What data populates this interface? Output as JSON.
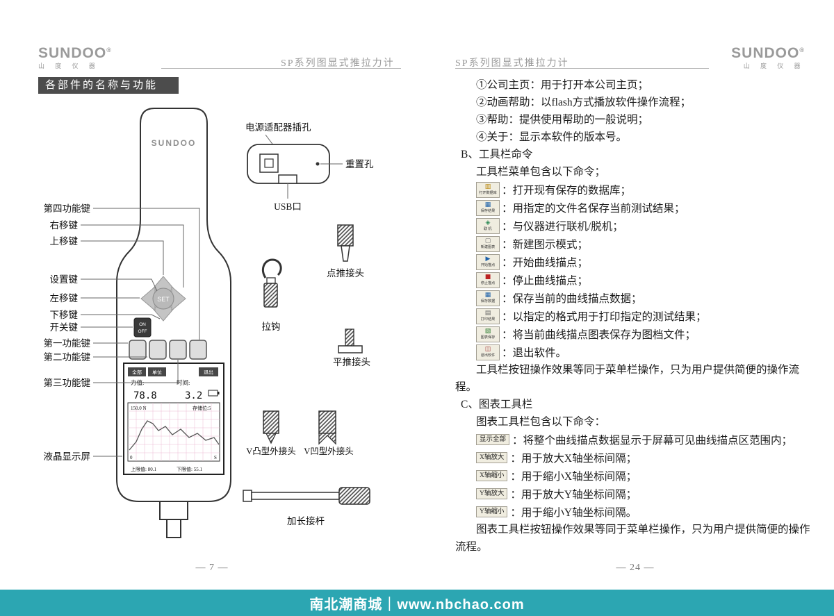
{
  "banner": {
    "text": "南北潮商城｜www.nbchao.com"
  },
  "left_page": {
    "brand": "SUNDOO",
    "brand_reg": "®",
    "brand_sub": "山 度 仪 器",
    "header_title": "SP系列图显式推拉力计",
    "section_title": "各部件的名称与功能",
    "page_number": "— 7 —",
    "device": {
      "brand": "SUNDOO",
      "set_key": "SET",
      "power_on": "ON",
      "power_off": "OFF",
      "lcd": {
        "tab_all": "全部",
        "tab_unit": "单位",
        "tab_exit": "退出",
        "force_label": "力值:",
        "time_label": "时间:",
        "force_value": "78.8",
        "time_value": "3.2",
        "range_label": "150.0 N",
        "storage_label": "存储位:5",
        "axis_origin": "0",
        "axis_end": "S",
        "upper_limit": "上限值: 80.1",
        "lower_limit": "下限值: 55.1"
      }
    },
    "part_labels": {
      "fn4": "第四功能键",
      "right": "右移键",
      "up": "上移键",
      "set": "设置键",
      "left": "左移键",
      "down": "下移键",
      "power": "开关键",
      "fn1": "第一功能键",
      "fn2": "第二功能键",
      "fn3": "第三功能键",
      "lcd": "液晶显示屏"
    },
    "accessories": {
      "power_jack": "电源适配器插孔",
      "reset_hole": "重置孔",
      "usb_port": "USB口",
      "point_connector": "点推接头",
      "hook": "拉钩",
      "flat_connector": "平推接头",
      "v_convex": "V凸型外接头",
      "v_concave": "V凹型外接头",
      "extension_rod": "加长接杆"
    }
  },
  "right_page": {
    "header_title": "SP系列图显式推拉力计",
    "brand": "SUNDOO",
    "brand_reg": "®",
    "brand_sub": "山 度 仪 器",
    "page_number": "— 24 —",
    "intro_lines": [
      "①公司主页：用于打开本公司主页；",
      "②动画帮助：以flash方式播放软件操作流程；",
      "③帮助：提供使用帮助的一般说明；",
      "④关于：显示本软件的版本号。"
    ],
    "section_b_title": "B、工具栏命令",
    "toolbar_intro": "工具栏菜单包含以下命令；",
    "toolbar_items": [
      {
        "icon": "打开数据库",
        "desc": "：打开现有保存的数据库；"
      },
      {
        "icon": "保存结果",
        "desc": "：用指定的文件名保存当前测试结果；"
      },
      {
        "icon": "联 机",
        "desc": "：与仪器进行联机/脱机；"
      },
      {
        "icon": "新建图表",
        "desc": "：新建图示模式；"
      },
      {
        "icon": "开始描点",
        "desc": "：开始曲线描点；"
      },
      {
        "icon": "停止描点",
        "desc": "：停止曲线描点；"
      },
      {
        "icon": "保存数据",
        "desc": "：保存当前的曲线描点数据；"
      },
      {
        "icon": "打印结果",
        "desc": "：以指定的格式用于打印指定的测试结果；"
      },
      {
        "icon": "图表保存",
        "desc": "：将当前曲线描点图表保存为图档文件；"
      },
      {
        "icon": "退出软件",
        "desc": "：退出软件。"
      }
    ],
    "toolbar_note": "工具栏按钮操作效果等同于菜单栏操作，只为用户提供简便的操作流程。",
    "section_c_title": "C、图表工具栏",
    "chart_toolbar_intro": "图表工具栏包含以下命令：",
    "chart_toolbar_items": [
      {
        "button": "显示全部",
        "desc": "：将整个曲线描点数据显示于屏幕可见曲线描点区范围内；"
      },
      {
        "button": "X轴放大",
        "desc": "：用于放大X轴坐标间隔；"
      },
      {
        "button": "X轴缩小",
        "desc": "：用于缩小X轴坐标间隔；"
      },
      {
        "button": "Y轴放大",
        "desc": "：用于放大Y轴坐标间隔；"
      },
      {
        "button": "Y轴缩小",
        "desc": "：用于缩小Y轴坐标间隔。"
      }
    ],
    "chart_note": "图表工具栏按钮操作效果等同于菜单栏操作，只为用户提供简便的操作流程。"
  }
}
